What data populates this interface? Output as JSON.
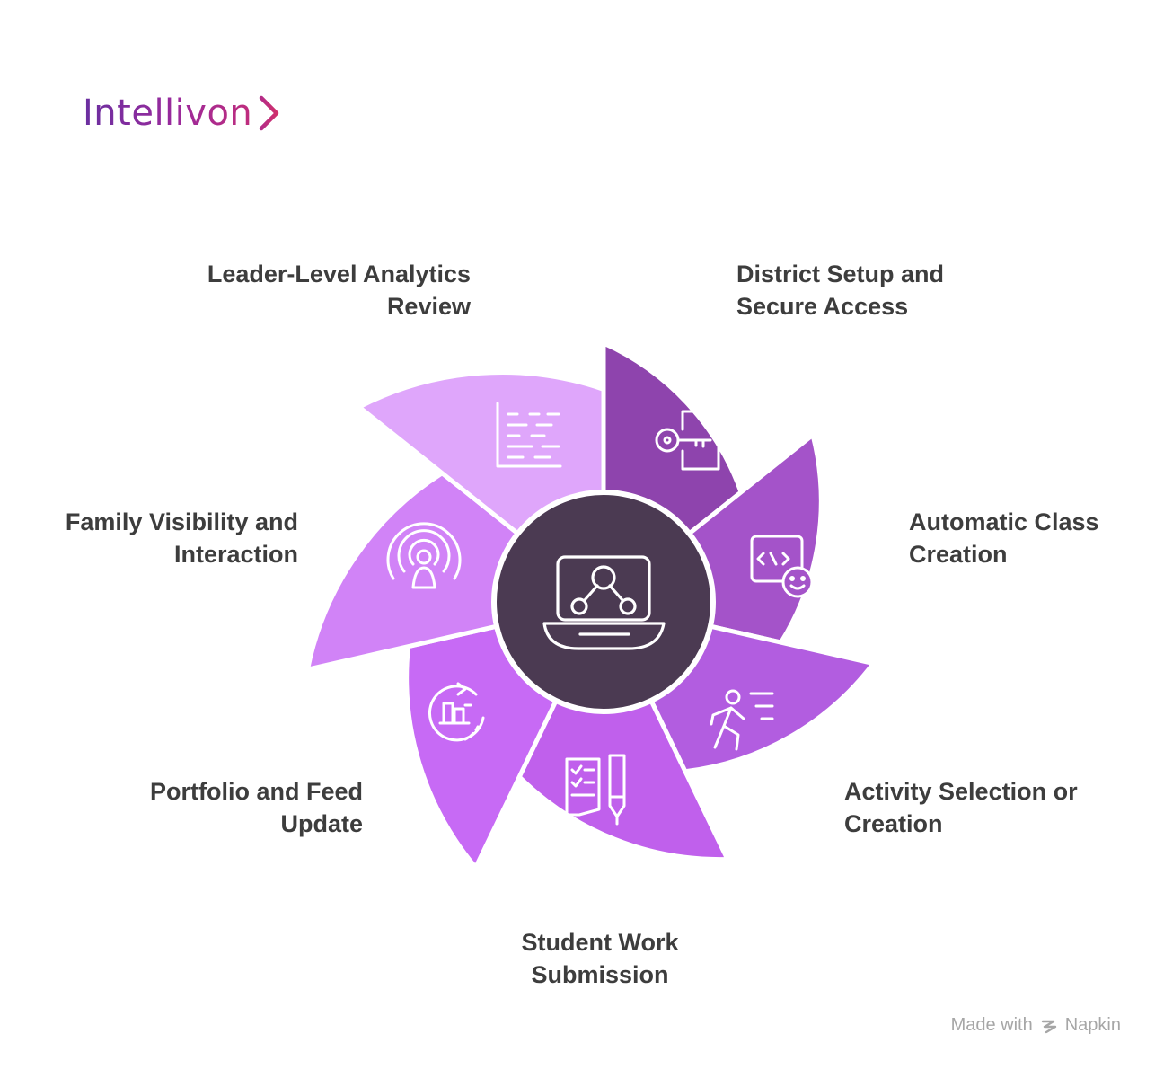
{
  "brand": {
    "name": "Intellivon",
    "chevron": "chevron-right-icon",
    "color_start": "#6a2fa0",
    "color_end": "#c02c7c"
  },
  "center_hub": {
    "icon": "network-laptop-icon",
    "color": "#4b3a52"
  },
  "steps": [
    {
      "label_lines": [
        "District Setup and",
        "Secure Access"
      ],
      "icon": "key-door-icon",
      "color": "#8e44ad"
    },
    {
      "label_lines": [
        "Automatic Class",
        "Creation"
      ],
      "icon": "code-face-icon",
      "color": "#a453c9"
    },
    {
      "label_lines": [
        "Activity Selection or",
        "Creation"
      ],
      "icon": "running-person-icon",
      "color": "#b25de0"
    },
    {
      "label_lines": [
        "Student Work",
        "Submission"
      ],
      "icon": "checklist-pen-icon",
      "color": "#c060ec"
    },
    {
      "label_lines": [
        "Portfolio and Feed",
        "Update"
      ],
      "icon": "refresh-grid-icon",
      "color": "#c76af5"
    },
    {
      "label_lines": [
        "Family Visibility and",
        "Interaction"
      ],
      "icon": "broadcast-person-icon",
      "color": "#d183f7"
    },
    {
      "label_lines": [
        "Leader-Level Analytics",
        "Review"
      ],
      "icon": "list-lines-icon",
      "color": "#dfa6fb"
    }
  ],
  "footer": {
    "prefix": "Made with",
    "brand": "Napkin",
    "icon": "napkin-logo-icon"
  }
}
